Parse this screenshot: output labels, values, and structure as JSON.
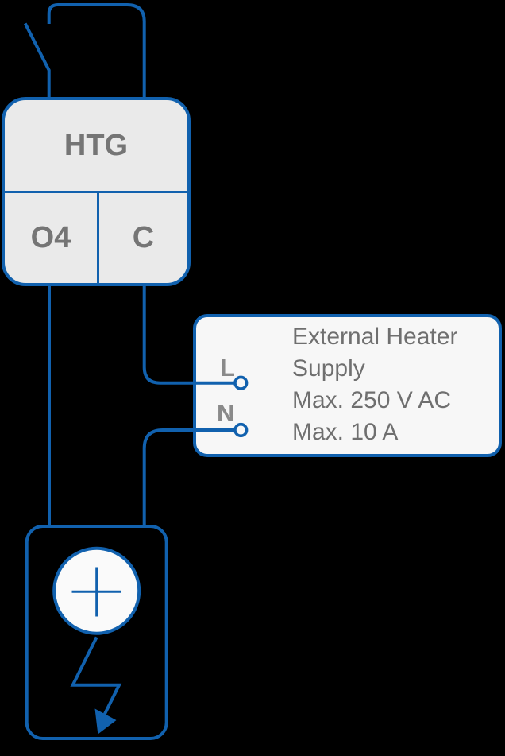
{
  "htg_block": {
    "title": "HTG",
    "terminal_o4": "O4",
    "terminal_c": "C"
  },
  "supply_box": {
    "terminal_l": "L",
    "terminal_n": "N",
    "lines": [
      "External Heater",
      "Supply",
      "Max. 250 V AC",
      "Max. 10 A"
    ]
  },
  "colors": {
    "wire_blue": "#1161ae",
    "htg_fill": "#eaeaea",
    "supply_fill": "#f7f7f7",
    "label_gray": "#757575",
    "background": "#000000"
  },
  "icons": {
    "switch": "open-switch-icon",
    "terminal_l": "terminal-circle-icon",
    "terminal_n": "terminal-circle-icon",
    "heater": "heater-circle-plus-icon",
    "arrow": "lightning-arrow-icon"
  }
}
